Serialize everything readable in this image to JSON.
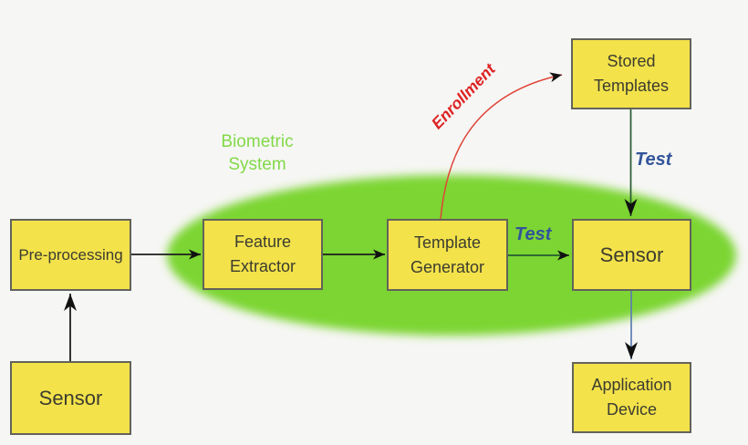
{
  "title": {
    "text": "Biometric System"
  },
  "nodes": {
    "pre_processing": {
      "lines": [
        "Pre-processing"
      ]
    },
    "sensor_input": {
      "lines": [
        "Sensor"
      ]
    },
    "feature_extractor": {
      "lines": [
        "Feature",
        "Extractor"
      ]
    },
    "template_generator": {
      "lines": [
        "Template",
        "Generator"
      ]
    },
    "sensor_matcher": {
      "lines": [
        "Sensor"
      ]
    },
    "stored_templates": {
      "lines": [
        "Stored",
        "Templates"
      ]
    },
    "application_device": {
      "lines": [
        "Application",
        "Device"
      ]
    }
  },
  "edge_labels": {
    "enrollment": "Enrollment",
    "test_store": "Test",
    "test_match": "Test"
  },
  "colors": {
    "background": "#f6f6f4",
    "ellipse": "#7cd530",
    "box_fill": "#f3e24a",
    "box_border": "#63635a",
    "box_text": "#3c3c30",
    "title": "#82d948",
    "test_label": "#33549b",
    "enrollment_label": "#dd2222",
    "enrollment_curve": "#e04438",
    "test_arrow": "#265a30",
    "device_arrow": "#5b7db1",
    "black_arrow": "#1c1c1c",
    "arrowhead": "#111111"
  }
}
